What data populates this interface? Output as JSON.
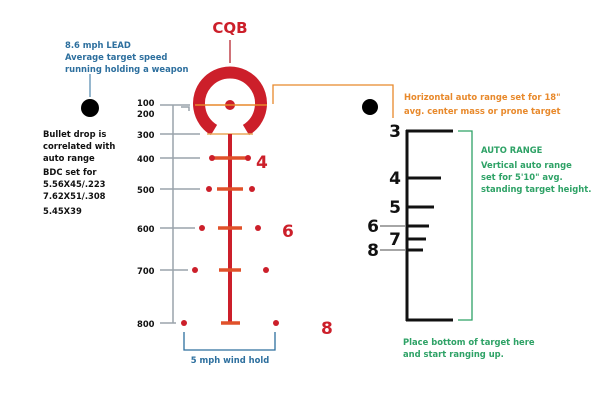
{
  "title": "CQB",
  "lead_note": [
    "8.6 mph LEAD",
    "Average target speed",
    "running holding a weapon"
  ],
  "bullet_drop_note": [
    "Bullet drop is",
    "correlated with",
    "auto range"
  ],
  "bdc_note": [
    "BDC set for",
    "5.56X45/.223",
    "7.62X51/.308",
    "5.45X39"
  ],
  "range_labels": [
    "100",
    "200",
    "300",
    "400",
    "500",
    "600",
    "700",
    "800"
  ],
  "holdover_numbers": [
    "4",
    "6",
    "8"
  ],
  "wind_hold_label": "5 mph wind hold",
  "horizontal_note": [
    "Horizontal auto range set for 18\"",
    "avg. center mass or prone target"
  ],
  "auto_range": {
    "heading": "AUTO RANGE",
    "lines": [
      "Vertical auto range",
      "set for 5'10\" avg.",
      "standing target height."
    ],
    "scale_labels": [
      "3",
      "4",
      "5",
      "6",
      "7",
      "8"
    ],
    "bottom_note": [
      "Place bottom of target here",
      "and start ranging up."
    ]
  },
  "colors": {
    "red": "#cc1f2a",
    "orange": "#e8892b",
    "blue": "#2d6f9e",
    "green": "#2ea266",
    "gray": "#9aa3ab"
  }
}
